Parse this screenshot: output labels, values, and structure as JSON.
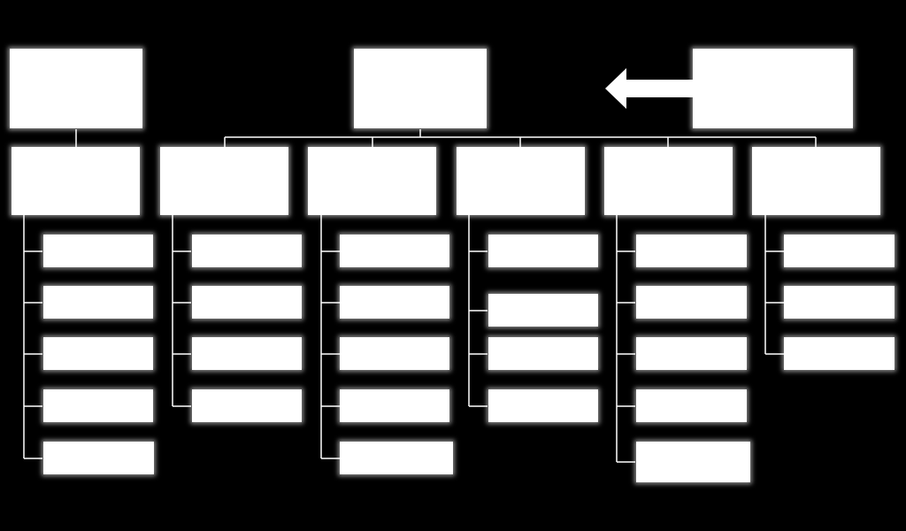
{
  "colors": {
    "background": "#000000",
    "box_fill": "#ffffff",
    "connector": "#ffffff"
  },
  "icons": {
    "arrow": "arrow-left-icon"
  },
  "top_boxes": [
    {
      "id": "top-left-box",
      "label": ""
    },
    {
      "id": "top-center-box",
      "label": ""
    },
    {
      "id": "top-right-box",
      "label": ""
    }
  ],
  "columns": [
    {
      "header": "",
      "items": [
        "",
        "",
        "",
        "",
        ""
      ]
    },
    {
      "header": "",
      "items": [
        "",
        "",
        "",
        ""
      ]
    },
    {
      "header": "",
      "items": [
        "",
        "",
        "",
        "",
        ""
      ]
    },
    {
      "header": "",
      "items": [
        "",
        "",
        "",
        ""
      ]
    },
    {
      "header": "",
      "items": [
        "",
        "",
        "",
        "",
        ""
      ]
    },
    {
      "header": "",
      "items": [
        "",
        "",
        ""
      ]
    }
  ]
}
